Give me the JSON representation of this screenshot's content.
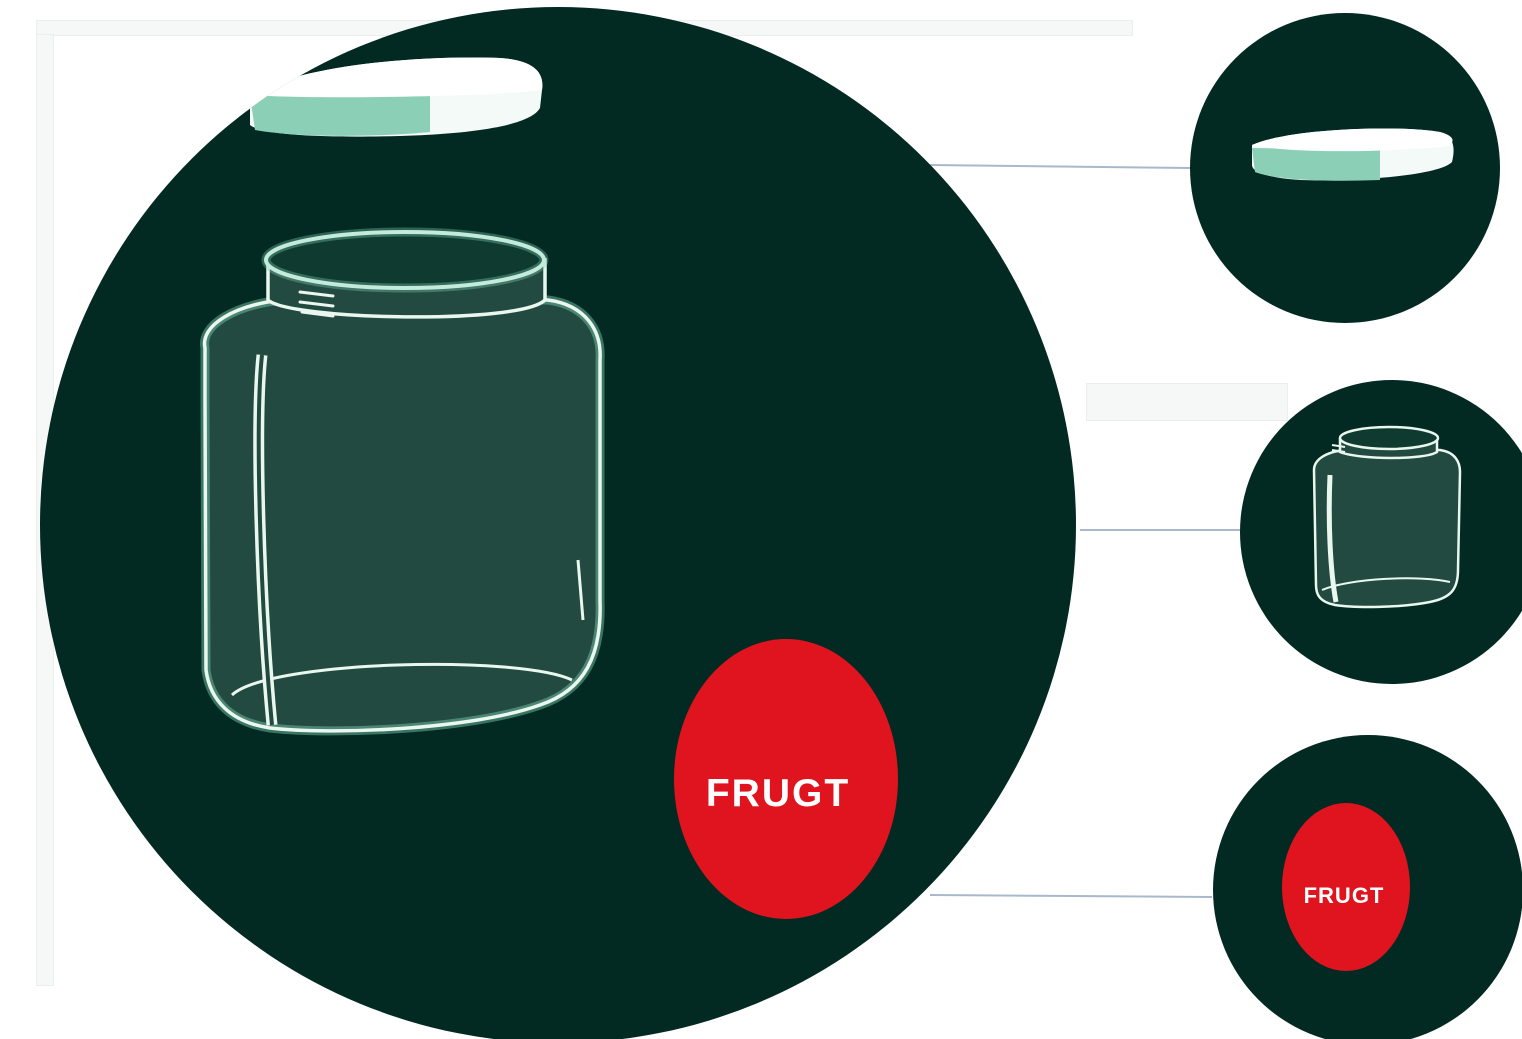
{
  "diagram": {
    "colors": {
      "background": "#ffffff",
      "circle_dark": "#032a22",
      "jar_fill": "#224a40",
      "jar_outline": "#e9f7ee",
      "jar_glow": "#7fd1b5",
      "lid_green": "#8ccfb7",
      "lid_white": "#f4faf7",
      "label_red": "#e0141e",
      "label_text": "#ffffff",
      "connector": "#a9b8cc"
    },
    "main_circle": {
      "lid_icon": "jar-lid-icon",
      "jar_icon": "glass-jar-icon",
      "label_text": "FRUGT"
    },
    "parts": [
      {
        "id": "lid",
        "icon": "jar-lid-icon"
      },
      {
        "id": "jar",
        "icon": "glass-jar-icon"
      },
      {
        "id": "label",
        "icon": "fruit-label-icon",
        "label_text": "FRUGT"
      }
    ]
  }
}
